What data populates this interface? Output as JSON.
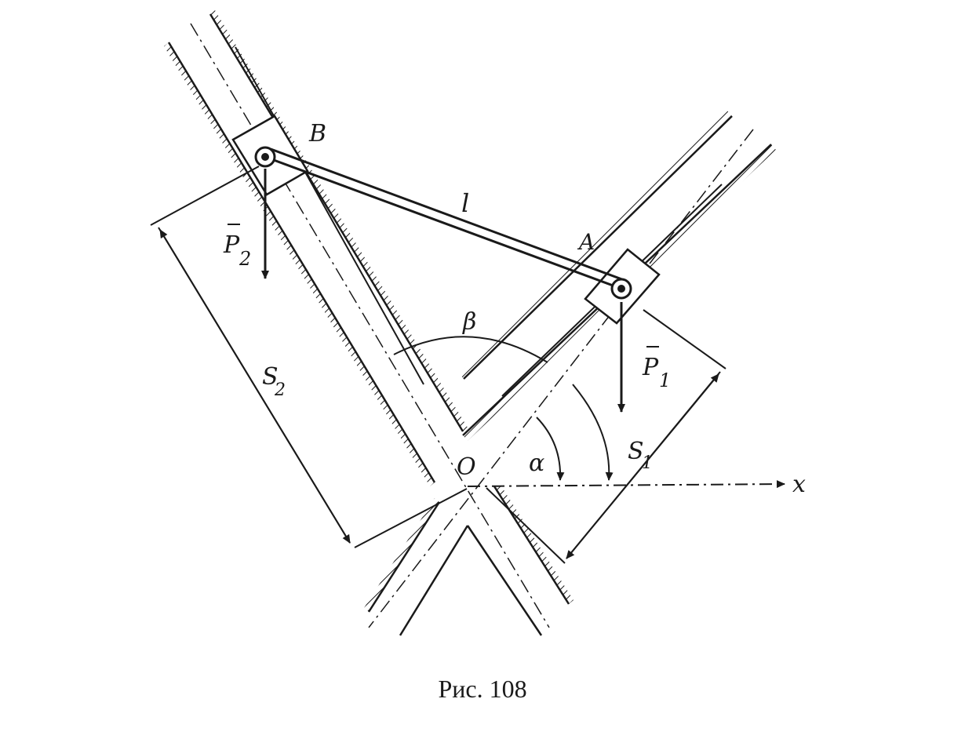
{
  "labels": {
    "point_b": "B",
    "point_a": "A",
    "point_o": "O",
    "rod_length": "l",
    "force_p2": "P",
    "force_p2_sub": "2",
    "force_p1": "P",
    "force_p1_sub": "1",
    "angle_beta": "β",
    "angle_alpha": "α",
    "distance_s2": "S",
    "distance_s2_sub": "2",
    "distance_s1": "S",
    "distance_s1_sub": "1",
    "axis_x": "x"
  },
  "caption": "Рис. 108",
  "colors": {
    "ink": "#1a1a1a",
    "background": "#ffffff"
  }
}
